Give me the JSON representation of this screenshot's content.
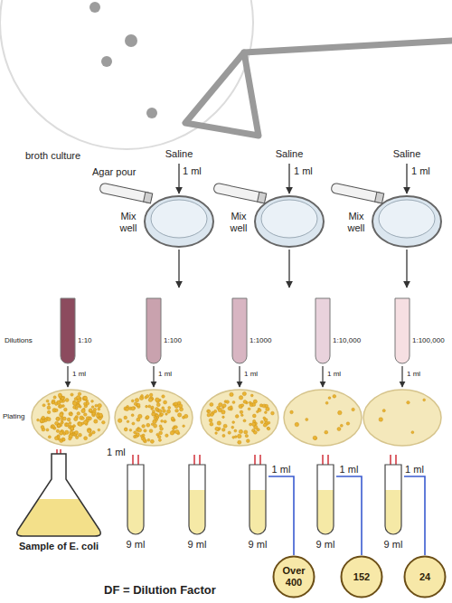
{
  "diagram": {
    "nodes": [
      {
        "text": [
          "Sample of E. coli"
        ]
      },
      {
        "text": [
          "9 ml"
        ]
      },
      {
        "text": [
          "9 ml"
        ]
      },
      {
        "text": [
          "9 ml"
        ]
      },
      {
        "text": [
          "9 ml"
        ]
      },
      {
        "text": [
          "9 ml"
        ]
      },
      {
        "text": [
          "Over 400"
        ]
      },
      {
        "text": [
          "152"
        ]
      },
      {
        "text": [
          "24"
        ]
      }
    ],
    "edges": [
      {
        "from": 3,
        "to": 6,
        "arrow": "none",
        "label": "1 ml"
      },
      {
        "from": 4,
        "to": 7,
        "arrow": "none",
        "label": "1 ml"
      },
      {
        "from": 5,
        "to": 8,
        "arrow": "none",
        "label": "1 ml"
      }
    ],
    "labels": [
      "broth culture",
      "Saline",
      "1 ml",
      "Saline",
      "1 ml",
      "Saline",
      "1 ml",
      "Agar pour",
      "Mix well",
      "Mix well",
      "Mix well",
      "Dilutions",
      "1:10",
      "1:100",
      "1:1000",
      "1:10,000",
      "1:100,000",
      "1 ml",
      "1 ml",
      "1 ml",
      "1 ml",
      "1 ml",
      "Plating",
      "1 ml",
      "DF = Dilution Factor"
    ]
  }
}
